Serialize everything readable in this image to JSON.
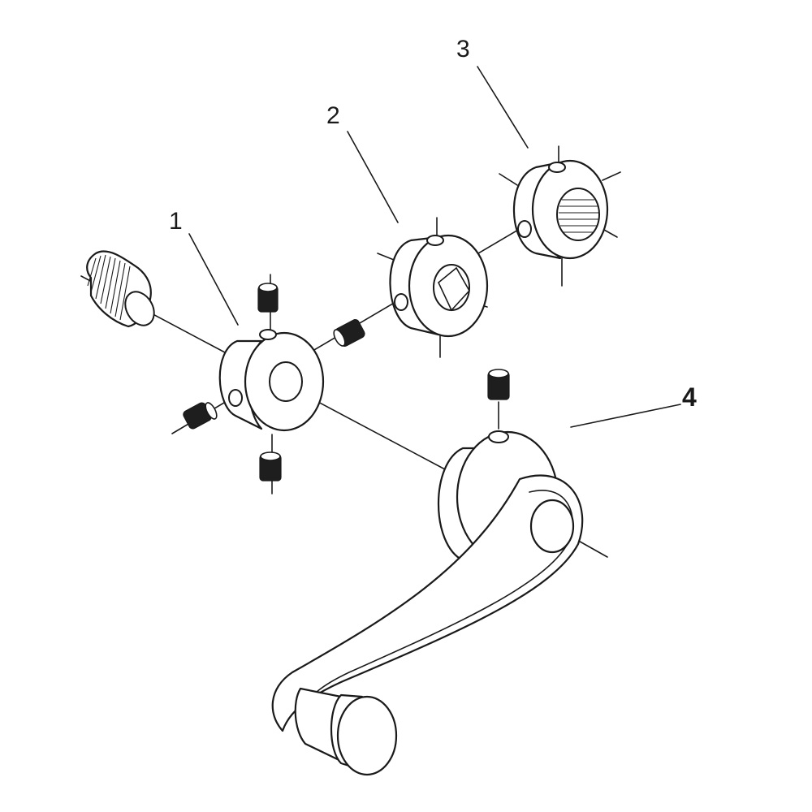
{
  "diagram": {
    "callouts": [
      {
        "id": "1",
        "text": "1"
      },
      {
        "id": "2",
        "text": "2"
      },
      {
        "id": "3",
        "text": "3"
      },
      {
        "id": "4",
        "text": "4"
      }
    ],
    "colors": {
      "ink": "#1a1a1a",
      "paper": "#ffffff",
      "screw_fill": "#1e1e1e"
    }
  }
}
